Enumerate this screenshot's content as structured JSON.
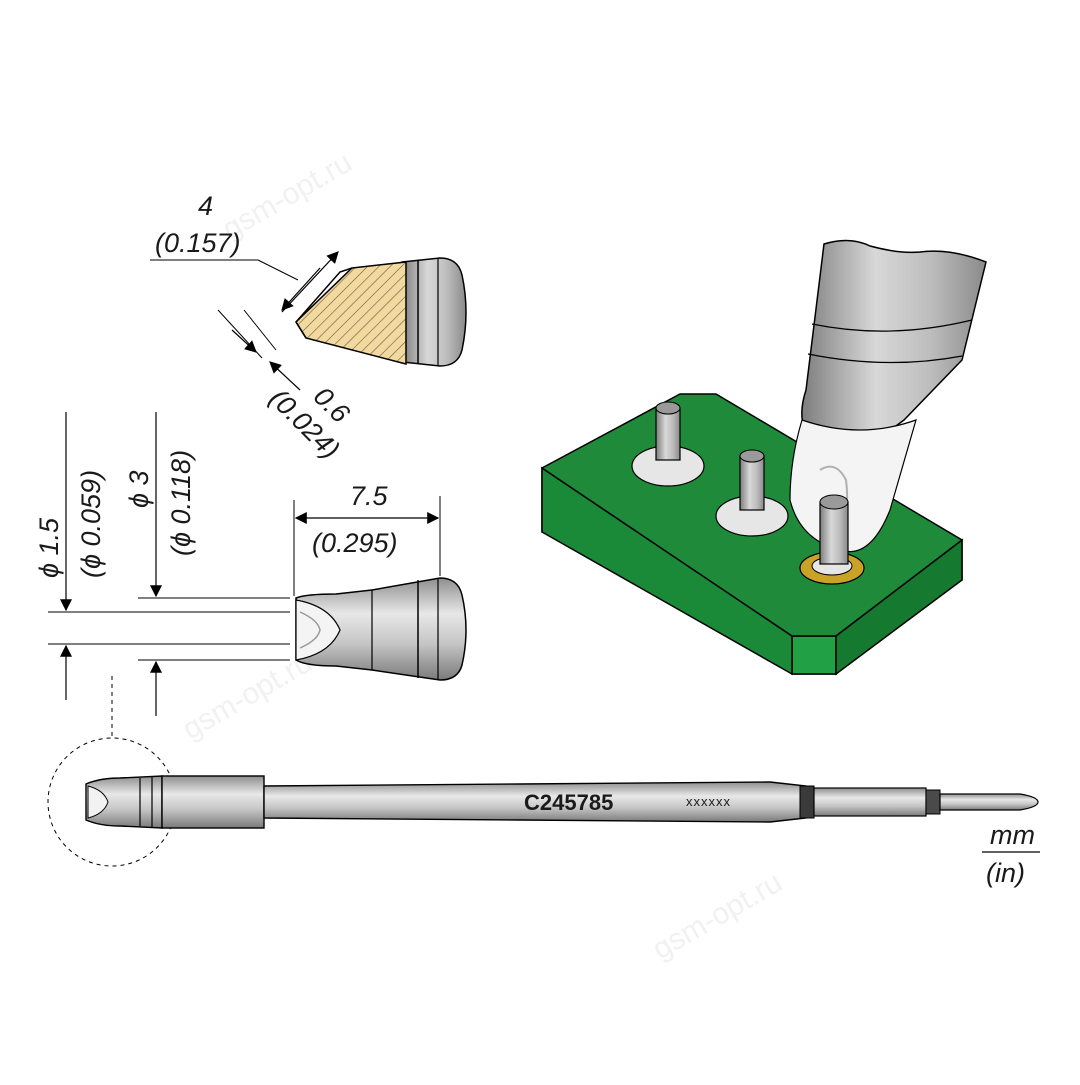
{
  "dimensions": {
    "face_width_mm": "4",
    "face_width_in": "(0.157)",
    "tip_thickness_mm": "0.6",
    "tip_thickness_in": "(0.024)",
    "diameter_small_mm": "ϕ 1.5",
    "diameter_small_in": "(ϕ 0.059)",
    "diameter_large_mm": "ϕ 3",
    "diameter_large_in": "(ϕ 0.118)",
    "tip_length_mm": "7.5",
    "tip_length_in": "(0.295)"
  },
  "cartridge": {
    "part_number": "C245785",
    "lot_code": "xxxxxx"
  },
  "units": {
    "primary": "mm",
    "secondary": "(in)"
  },
  "watermark": {
    "text": "gsm-opt.ru"
  },
  "colors": {
    "pcb_top": "#1e8a3a",
    "pcb_side": "#15702c",
    "pad_gold": "#c9a227",
    "tin_hatch": "#f2d9a0",
    "metal_gray": "#a9a9a9"
  }
}
